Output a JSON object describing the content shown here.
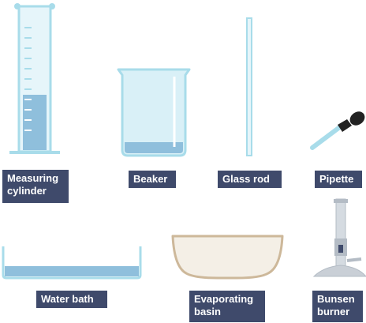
{
  "labels": {
    "measuring_cylinder": "Measuring\ncylinder",
    "beaker": "Beaker",
    "glass_rod": "Glass rod",
    "pipette": "Pipette",
    "water_bath": "Water bath",
    "evaporating_basin": "Evaporating\nbasin",
    "bunsen_burner": "Bunsen\nburner"
  },
  "colors": {
    "glass_outline": "#a8dcea",
    "glass_fill": "#d9f0f7",
    "liquid": "#8fbfdc",
    "label_bg": "#3f4a6b",
    "label_text": "#ffffff",
    "basin_fill": "#f4efe6",
    "basin_outline": "#cdb89a",
    "burner_metal": "#c9cfd6",
    "dropper_bulb": "#222222"
  },
  "icons": [
    "measuring-cylinder-icon",
    "beaker-icon",
    "glass-rod-icon",
    "pipette-icon",
    "water-bath-icon",
    "evaporating-basin-icon",
    "bunsen-burner-icon"
  ]
}
